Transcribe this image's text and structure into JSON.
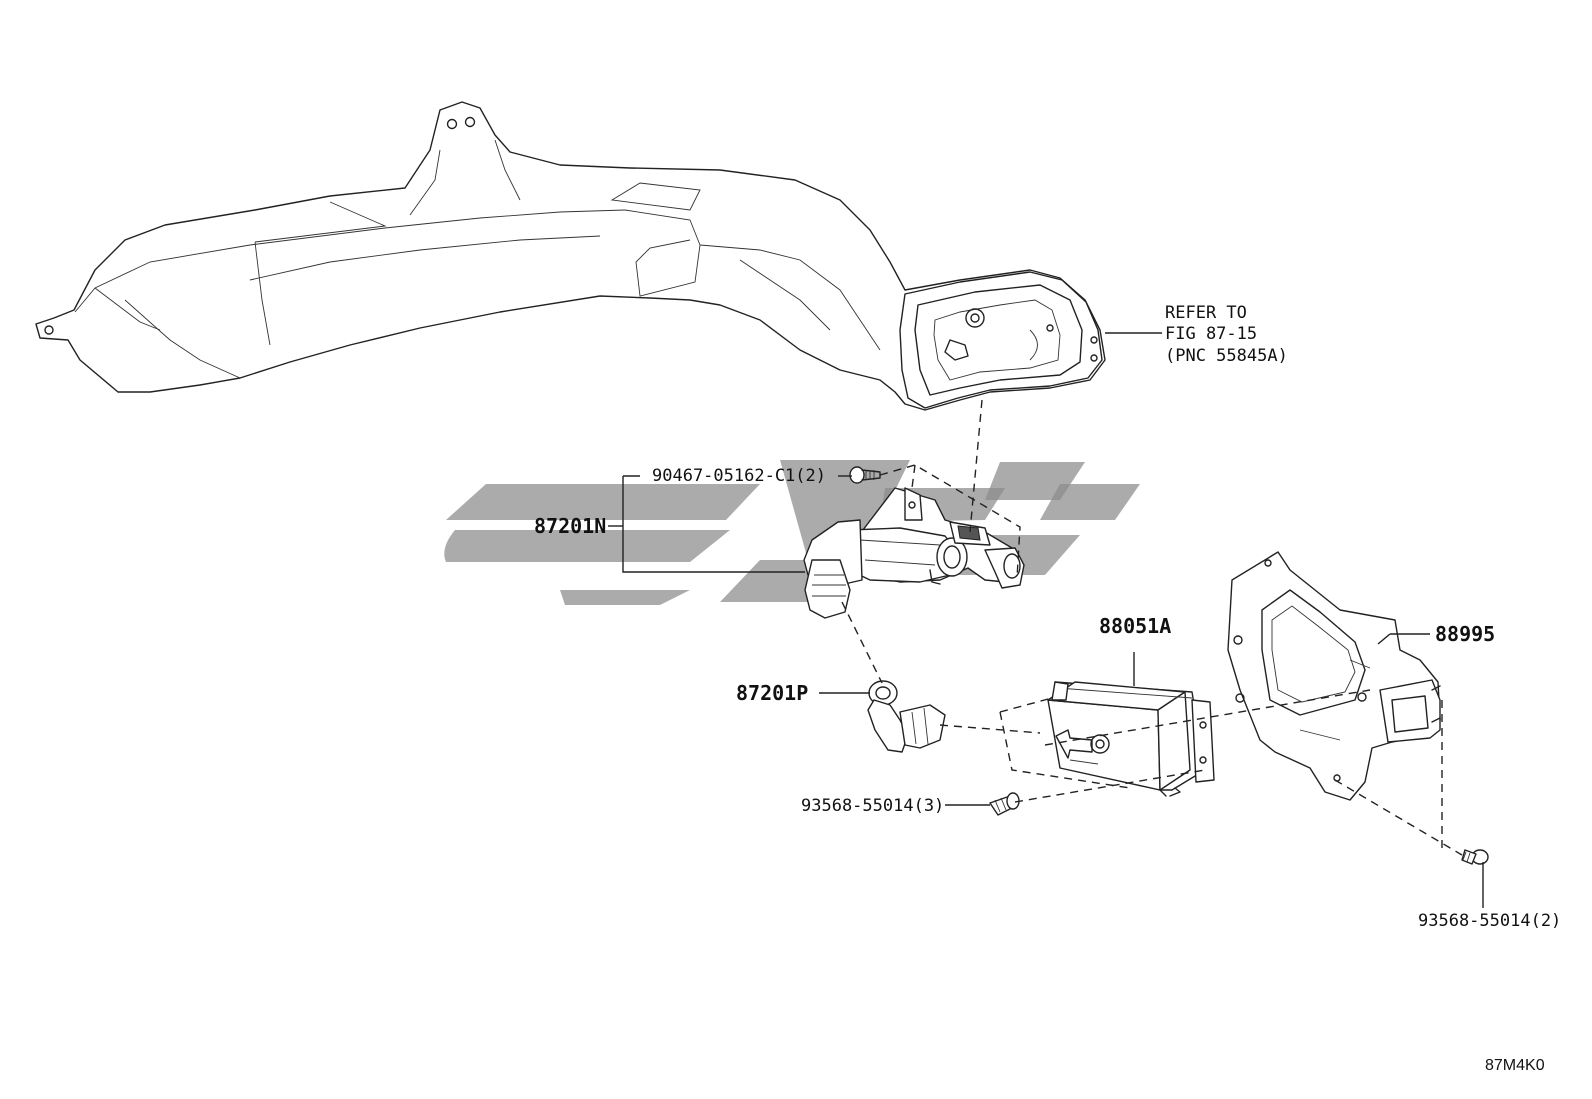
{
  "diagram": {
    "callouts": {
      "refer_line1": "REFER TO",
      "refer_line2": "FIG 87-15",
      "refer_line3": "(PNC 55845A)",
      "clip_part": "90467-05162-C1(2)",
      "heater_part": "87201N",
      "hose_part": "87201P",
      "controller_part": "88051A",
      "bracket_part": "88995",
      "screw_part_left": "93568-55014(3)",
      "screw_part_right": "93568-55014(2)"
    },
    "figure_code": "87M4K0"
  },
  "colors": {
    "line": "#222222",
    "watermark": "#8a8a8a",
    "background": "#ffffff"
  }
}
